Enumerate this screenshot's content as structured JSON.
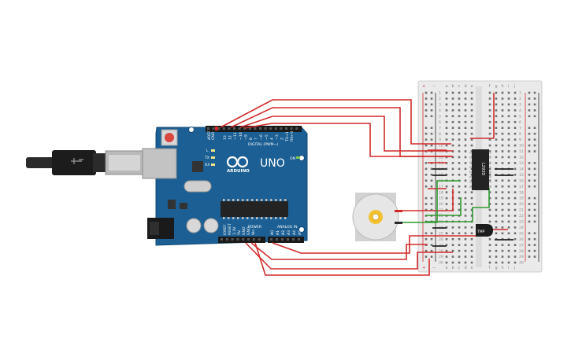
{
  "arduino": {
    "name": "UNO",
    "brand": "ARDUINO",
    "aref_label": "AREF",
    "gnd_label": "GND",
    "digital_label": "DIGITAL (PWM~)",
    "tx_label": "TX",
    "rx_label": "RX",
    "l_label": "L",
    "on_label": "ON",
    "power_label": "POWER",
    "analog_label": "ANALOG IN",
    "ioref_label": "IOREF",
    "reset_label": "RESET",
    "v33_label": "3.3V",
    "v5_label": "5V",
    "vin_label": "Vin",
    "txd_label": "TX→1",
    "rxd_label": "RX←0",
    "digital_pins": [
      "13",
      "12",
      "~11",
      "~10",
      "~9",
      "8",
      "7",
      "~6",
      "~5",
      "4",
      "~3",
      "2"
    ],
    "analog_pins": [
      "A0",
      "A1",
      "A2",
      "A3",
      "A4",
      "A5"
    ],
    "board_color": "#1b5f94"
  },
  "breadboard": {
    "columns_left": [
      "a",
      "b",
      "c",
      "d",
      "e"
    ],
    "columns_right": [
      "f",
      "g",
      "h",
      "i",
      "j"
    ],
    "rows": [
      "1",
      "2",
      "3",
      "4",
      "5",
      "6",
      "7",
      "8",
      "9",
      "10",
      "11",
      "12",
      "13",
      "14",
      "15",
      "16",
      "17",
      "18",
      "19",
      "20",
      "21",
      "22",
      "23",
      "24",
      "25",
      "26",
      "27",
      "28",
      "29",
      "30"
    ],
    "plus_label": "+",
    "minus_label": "−"
  },
  "chip": {
    "label": "L293D"
  },
  "sensor": {
    "label": "TMP"
  },
  "wire_colors": {
    "red": "#d22a2a",
    "green": "#2f9a2f",
    "black": "#222222"
  }
}
